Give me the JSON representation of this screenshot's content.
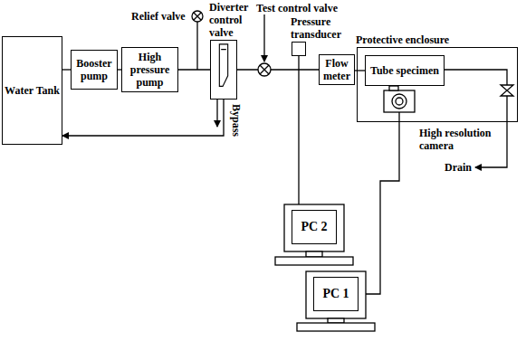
{
  "diagram": {
    "nodes": [
      {
        "text": [
          "Water Tank"
        ]
      },
      {
        "text": [
          "Booster pump"
        ]
      },
      {
        "text": [
          "High pressure pump"
        ]
      },
      {
        "text": [
          "Diverter control valve"
        ]
      },
      {
        "text": [
          "Pressure transducer"
        ]
      },
      {
        "text": [
          "Flow meter"
        ]
      },
      {
        "text": [
          "Protective enclosure"
        ]
      },
      {
        "text": [
          "Tube specimen"
        ],
        "in": 6
      },
      {
        "text": [
          "PC 2"
        ]
      },
      {
        "text": [
          "PC 1"
        ]
      }
    ],
    "edges": [
      {
        "from": 0,
        "to": 1,
        "arrow": "none"
      },
      {
        "from": 1,
        "to": 2,
        "arrow": "none"
      },
      {
        "from": 2,
        "to": 3,
        "arrow": "none"
      },
      {
        "from": 3,
        "to": 5,
        "arrow": "none"
      },
      {
        "from": 5,
        "to": 7,
        "arrow": "none"
      },
      {
        "from": 4,
        "to": 8,
        "arrow": "none"
      },
      {
        "from": 3,
        "to": 0,
        "arrow": "to"
      }
    ],
    "labels": [
      "Relief valve",
      "Test control valve",
      "Bypass",
      "High resolution camera",
      "Drain"
    ]
  }
}
